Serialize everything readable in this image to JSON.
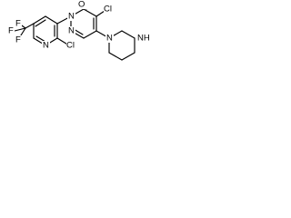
{
  "molecule": {
    "labels": {
      "o": "O",
      "cl_top": "Cl",
      "cl_pyridine": "Cl",
      "n_a": "N",
      "n_b": "N",
      "n_c": "N",
      "n_pip_attach": "N",
      "nh": "NH",
      "f_top": "F",
      "f_mid": "F",
      "f_bottom": "F"
    }
  }
}
